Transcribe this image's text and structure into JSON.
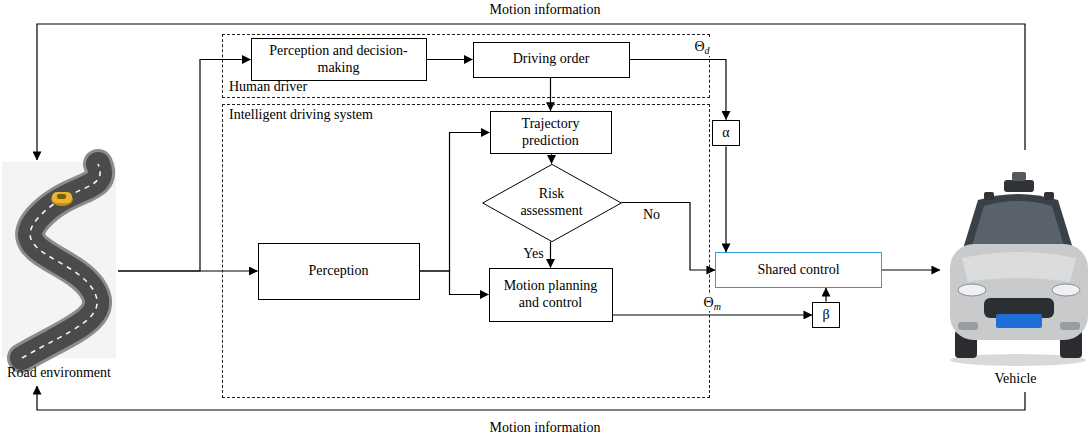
{
  "diagram": {
    "nodes": [
      {
        "text": [
          "Road environment"
        ]
      },
      {
        "text": [
          "Human driver"
        ]
      },
      {
        "text": [
          "Perception and decision-making"
        ],
        "in": 1
      },
      {
        "text": [
          "Driving order"
        ],
        "in": 1
      },
      {
        "text": [
          "Intelligent driving system"
        ]
      },
      {
        "text": [
          "Trajectory prediction"
        ],
        "in": 4
      },
      {
        "text": [
          "Risk assessment"
        ],
        "in": 4
      },
      {
        "text": [
          "Perception"
        ],
        "in": 4
      },
      {
        "text": [
          "Motion planning and control"
        ],
        "in": 4
      },
      {
        "text": [
          "α"
        ]
      },
      {
        "text": [
          "β"
        ]
      },
      {
        "text": [
          "Shared control"
        ]
      },
      {
        "text": [
          "Vehicle"
        ]
      }
    ],
    "edges": [
      {
        "from": 0,
        "to": 2,
        "arrow": "to"
      },
      {
        "from": 0,
        "to": 7,
        "arrow": "to"
      },
      {
        "from": 2,
        "to": 3,
        "arrow": "to"
      },
      {
        "from": 3,
        "to": 5,
        "arrow": "to"
      },
      {
        "from": 7,
        "to": 5,
        "arrow": "to"
      },
      {
        "from": 7,
        "to": 8,
        "arrow": "to"
      },
      {
        "from": 5,
        "to": 6,
        "arrow": "to"
      },
      {
        "from": 6,
        "to": 8,
        "label": "Yes",
        "arrow": "to"
      },
      {
        "from": 6,
        "to": 11,
        "label": "No",
        "arrow": "to"
      },
      {
        "from": 3,
        "to": 9,
        "label": "Θd",
        "arrow": "to"
      },
      {
        "from": 9,
        "to": 11,
        "arrow": "to"
      },
      {
        "from": 8,
        "to": 10,
        "label": "Θm",
        "arrow": "to"
      },
      {
        "from": 10,
        "to": 11,
        "arrow": "to"
      },
      {
        "from": 11,
        "to": 12,
        "arrow": "to"
      },
      {
        "from": 12,
        "to": 0,
        "label": "Motion information",
        "arrow": "to"
      },
      {
        "from": 12,
        "to": 0,
        "label": "Motion information",
        "arrow": "to"
      }
    ]
  }
}
